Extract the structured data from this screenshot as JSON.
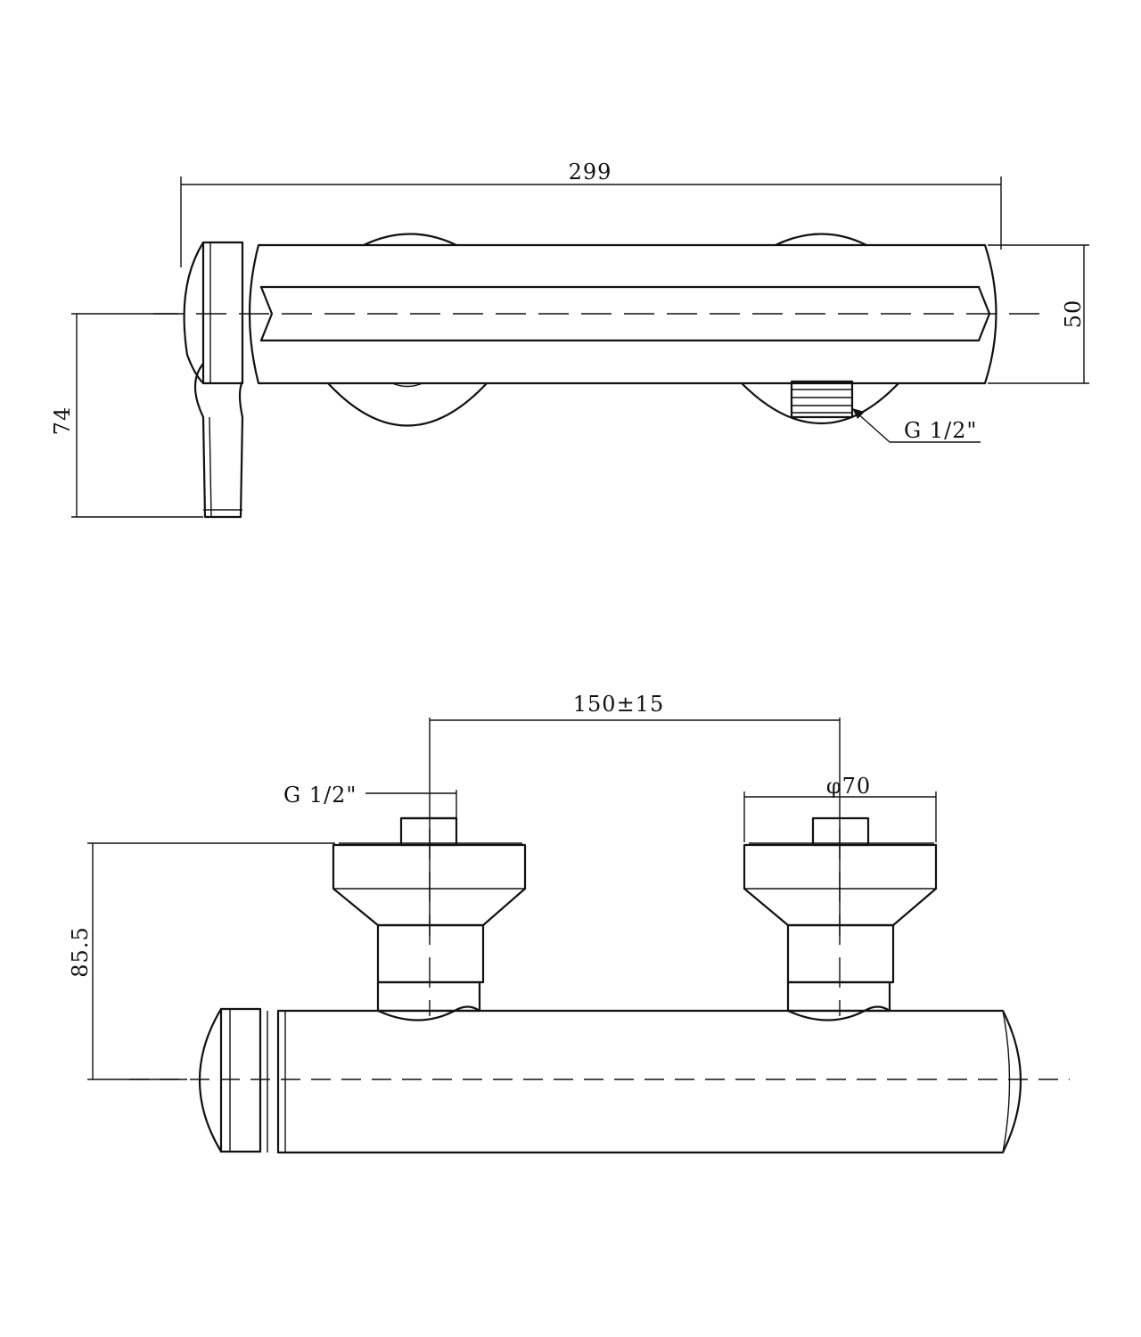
{
  "dimensions": {
    "overall_length": "299",
    "body_height": "50",
    "handle_depth": "74",
    "top_thread": "G 1/2\"",
    "center_distance": "150±15",
    "inlet_thread": "G 1/2\"",
    "flange_diameter": "φ70",
    "mount_height": "85.5"
  }
}
